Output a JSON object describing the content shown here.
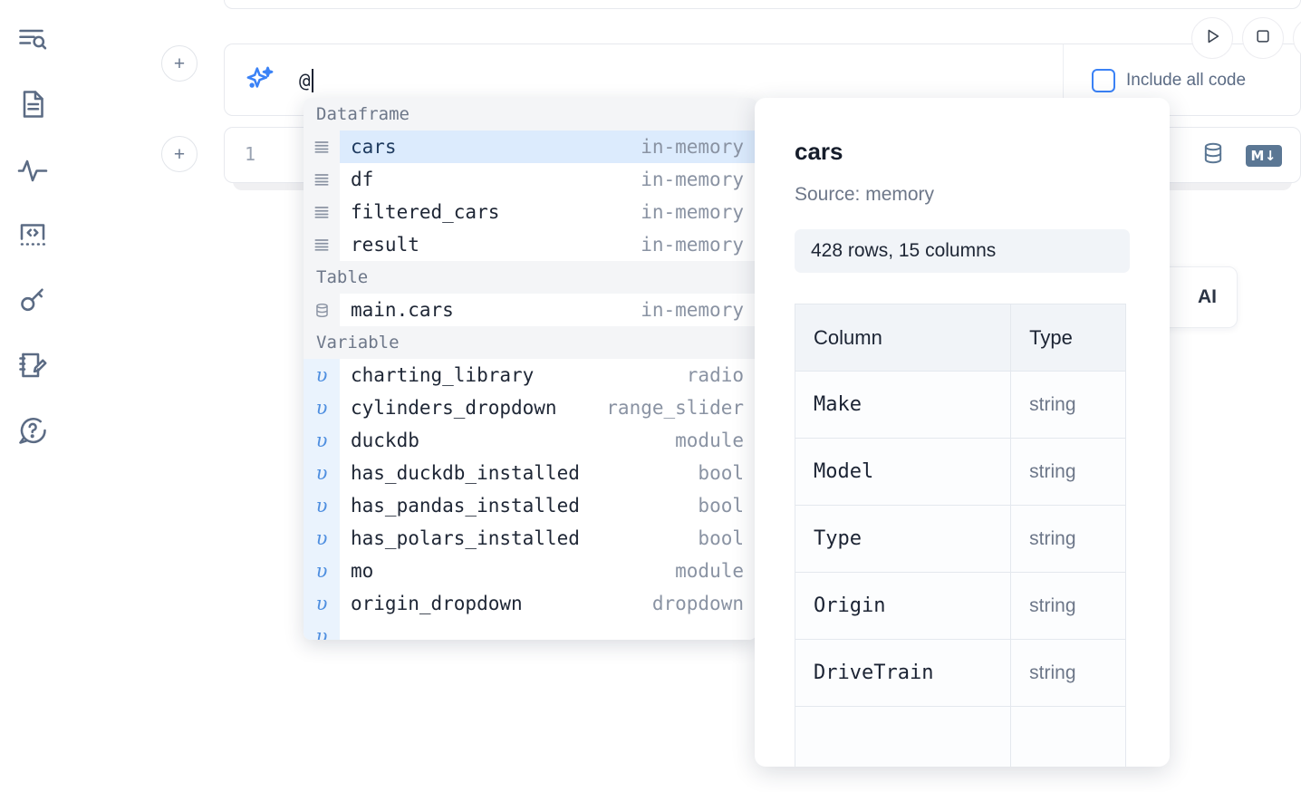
{
  "sidebar": {
    "items": [
      {
        "name": "outline-search-icon",
        "label": "Outline search"
      },
      {
        "name": "document-icon",
        "label": "Notebook file"
      },
      {
        "name": "activity-icon",
        "label": "Activity"
      },
      {
        "name": "code-snippet-icon",
        "label": "Snippets"
      },
      {
        "name": "key-icon",
        "label": "Secrets"
      },
      {
        "name": "scratchpad-icon",
        "label": "Scratchpad"
      },
      {
        "name": "help-chat-icon",
        "label": "Help"
      }
    ]
  },
  "toolbar": {
    "add_button_label": "+",
    "include_all_code_label": "Include all code",
    "include_all_code_checked": false,
    "run_label": "Run",
    "stop_label": "Stop"
  },
  "prompt": {
    "value": "@",
    "placeholder": "",
    "ai_icon": "sparkle-icon"
  },
  "code_cell": {
    "line_number": "1",
    "database_icon": "database-icon",
    "markdown_badge": "M↓"
  },
  "ai_chip": {
    "label": "AI"
  },
  "autocomplete": {
    "groups": [
      {
        "header": "Dataframe",
        "icon": "dataframe-icon",
        "gutter_style": "gray",
        "options": [
          {
            "name": "cars",
            "type": "in-memory",
            "selected": true
          },
          {
            "name": "df",
            "type": "in-memory",
            "selected": false
          },
          {
            "name": "filtered_cars",
            "type": "in-memory",
            "selected": false
          },
          {
            "name": "result",
            "type": "in-memory",
            "selected": false
          }
        ]
      },
      {
        "header": "Table",
        "icon": "database-icon",
        "gutter_style": "gray",
        "options": [
          {
            "name": "main.cars",
            "type": "in-memory",
            "selected": false
          }
        ]
      },
      {
        "header": "Variable",
        "icon": "variable-icon",
        "gutter_style": "blue",
        "options": [
          {
            "name": "charting_library",
            "type": "radio",
            "selected": false
          },
          {
            "name": "cylinders_dropdown",
            "type": "range_slider",
            "selected": false
          },
          {
            "name": "duckdb",
            "type": "module",
            "selected": false
          },
          {
            "name": "has_duckdb_installed",
            "type": "bool",
            "selected": false
          },
          {
            "name": "has_pandas_installed",
            "type": "bool",
            "selected": false
          },
          {
            "name": "has_polars_installed",
            "type": "bool",
            "selected": false
          },
          {
            "name": "mo",
            "type": "module",
            "selected": false
          },
          {
            "name": "origin_dropdown",
            "type": "dropdown",
            "selected": false
          }
        ]
      }
    ]
  },
  "details": {
    "title": "cars",
    "source": "Source: memory",
    "shape": "428 rows, 15 columns",
    "columns_header": "Column",
    "type_header": "Type",
    "rows": [
      {
        "column": "Make",
        "type": "string"
      },
      {
        "column": "Model",
        "type": "string"
      },
      {
        "column": "Type",
        "type": "string"
      },
      {
        "column": "Origin",
        "type": "string"
      },
      {
        "column": "DriveTrain",
        "type": "string"
      }
    ]
  },
  "colors": {
    "accent_blue": "#3b82f6",
    "selection_blue": "#dcebfd",
    "variable_gutter": "#eaf3fd",
    "gutter_gray": "#f4f5f7",
    "text_dark": "#1e2635",
    "text_muted": "#8a93a3"
  }
}
